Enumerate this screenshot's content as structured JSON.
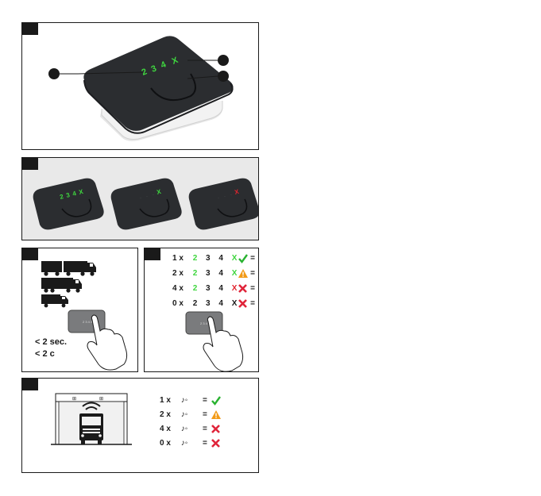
{
  "colors": {
    "ink": "#1a1a1a",
    "led_green": "#3fd63f",
    "led_red": "#e0242e",
    "warn": "#f29a16",
    "ok": "#28b230",
    "err": "#e0243a",
    "device": "#2b2d30"
  },
  "panel1": {
    "leds": [
      "2",
      "3",
      "4",
      "X"
    ]
  },
  "panel2": {
    "devices": [
      {
        "leds": [
          "2",
          "3",
          "4",
          "X"
        ]
      },
      {
        "leds": [
          "",
          "",
          "",
          "X"
        ]
      },
      {
        "leds": [
          "",
          "",
          "",
          "X"
        ]
      }
    ]
  },
  "panel3": {
    "time_line1": "< 2 sec.",
    "time_line2": "< 2 c"
  },
  "panel4": {
    "rows": [
      {
        "count": "1 x",
        "digits": [
          "2",
          "3",
          "4",
          "X"
        ],
        "eq": "=",
        "result": "check-icon"
      },
      {
        "count": "2 x",
        "digits": [
          "2",
          "3",
          "4",
          "X"
        ],
        "eq": "=",
        "result": "warning-icon"
      },
      {
        "count": "4 x",
        "digits": [
          "2",
          "3",
          "4",
          "X"
        ],
        "eq": "=",
        "result": "cross-icon"
      },
      {
        "count": "0 x",
        "digits": [
          "2",
          "3",
          "4",
          "X"
        ],
        "eq": "=",
        "result": "cross-icon"
      }
    ]
  },
  "panel5": {
    "rows": [
      {
        "count": "1 x",
        "eq": "=",
        "result": "check-icon"
      },
      {
        "count": "2 x",
        "eq": "=",
        "result": "warning-icon"
      },
      {
        "count": "4 x",
        "eq": "=",
        "result": "cross-icon"
      },
      {
        "count": "0 x",
        "eq": "=",
        "result": "cross-icon"
      }
    ]
  }
}
